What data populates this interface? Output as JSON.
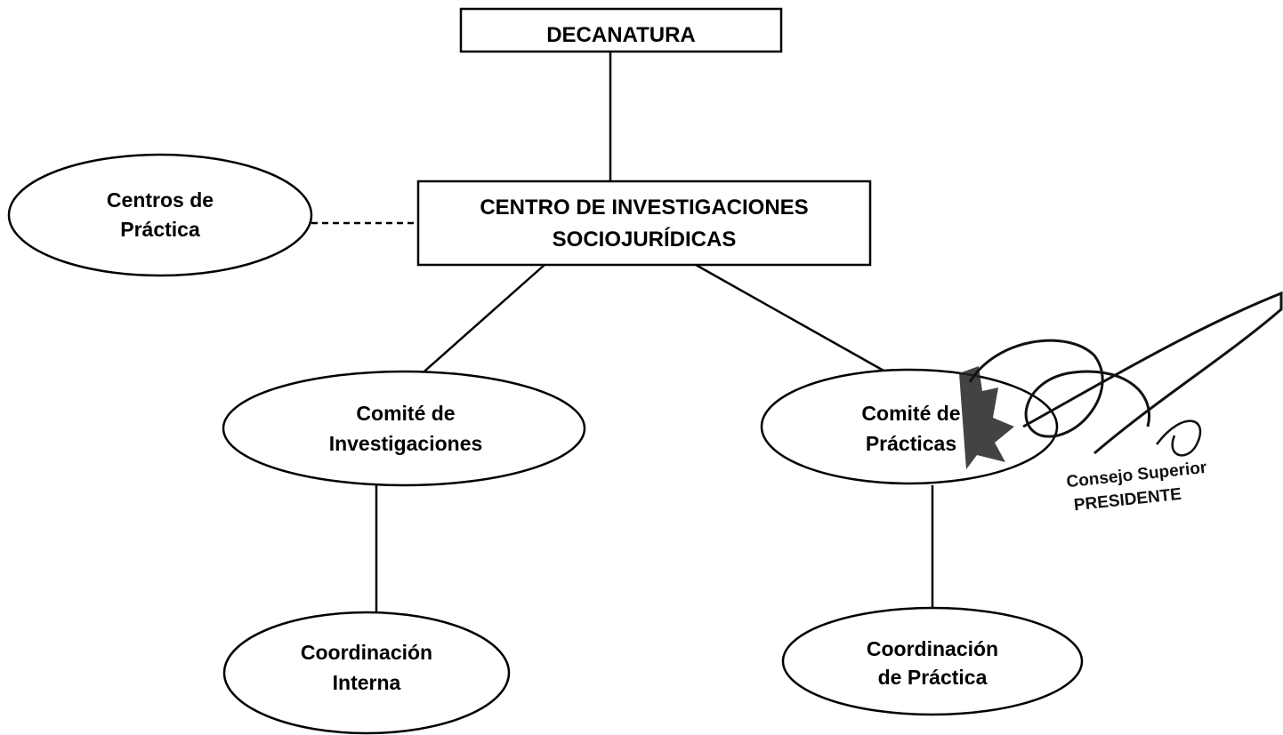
{
  "diagram": {
    "nodes": {
      "decanatura": [
        "DECANATURA"
      ],
      "centro": [
        "CENTRO DE INVESTIGACIONES",
        "SOCIOJURÍDICAS"
      ],
      "centros_practica": [
        "Centros de",
        "Práctica"
      ],
      "comite_investigaciones": [
        "Comité de",
        "Investigaciones"
      ],
      "comite_practicas": [
        "Comité de",
        "Prácticas"
      ],
      "coordinacion_interna": [
        "Coordinación",
        "Interna"
      ],
      "coordinacion_practica": [
        "Coordinación",
        "de Práctica"
      ]
    },
    "edges": [
      {
        "from": "decanatura",
        "to": "centro",
        "style": "solid"
      },
      {
        "from": "centros_practica",
        "to": "centro",
        "style": "dashed"
      },
      {
        "from": "centro",
        "to": "comite_investigaciones",
        "style": "solid"
      },
      {
        "from": "centro",
        "to": "comite_practicas",
        "style": "solid"
      },
      {
        "from": "comite_investigaciones",
        "to": "coordinacion_interna",
        "style": "solid"
      },
      {
        "from": "comite_practicas",
        "to": "coordinacion_practica",
        "style": "solid"
      }
    ]
  },
  "stamp": {
    "line1": "Consejo Superior",
    "line2": "PRESIDENTE"
  }
}
